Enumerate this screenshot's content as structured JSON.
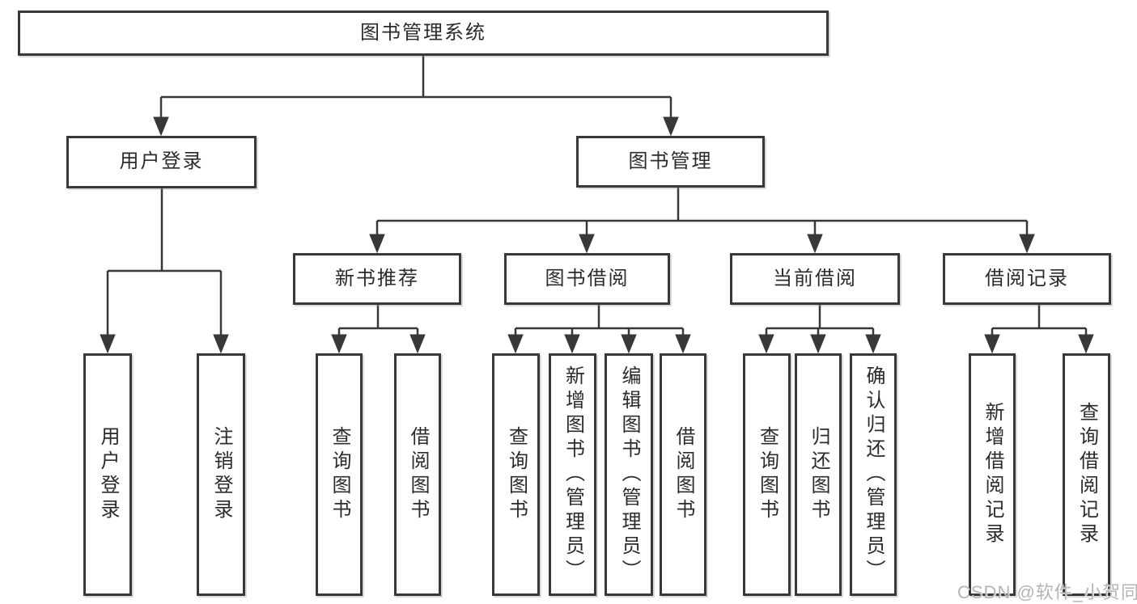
{
  "nodes": {
    "root": "图书管理系统",
    "user_login": "用户登录",
    "book_mgmt": "图书管理",
    "new_book_rec": "新书推荐",
    "book_borrow": "图书借阅",
    "current_borrow": "当前借阅",
    "borrow_record": "借阅记录",
    "leaf_user_login": "用户登录",
    "leaf_logout": "注销登录",
    "leaf_query_book_rec": "查询图书",
    "leaf_borrow_book_rec": "借阅图书",
    "leaf_query_book_borrow": "查询图书",
    "leaf_add_book": "新增图书（管理员）",
    "leaf_edit_book": "编辑图书（管理员）",
    "leaf_borrow_book_borrow": "借阅图书",
    "leaf_query_book_current": "查询图书",
    "leaf_return_book": "归还图书",
    "leaf_confirm_return": "确认归还（管理员）",
    "leaf_add_borrow_record": "新增借阅记录",
    "leaf_query_borrow_record": "查询借阅记录"
  },
  "hierarchy": [
    {
      "parent": "图书管理系统",
      "children": [
        "用户登录",
        "图书管理"
      ]
    },
    {
      "parent": "用户登录",
      "children": [
        "用户登录",
        "注销登录"
      ]
    },
    {
      "parent": "图书管理",
      "children": [
        "新书推荐",
        "图书借阅",
        "当前借阅",
        "借阅记录"
      ]
    },
    {
      "parent": "新书推荐",
      "children": [
        "查询图书",
        "借阅图书"
      ]
    },
    {
      "parent": "图书借阅",
      "children": [
        "查询图书",
        "新增图书（管理员）",
        "编辑图书（管理员）",
        "借阅图书"
      ]
    },
    {
      "parent": "当前借阅",
      "children": [
        "查询图书",
        "归还图书",
        "确认归还（管理员）"
      ]
    },
    {
      "parent": "借阅记录",
      "children": [
        "新增借阅记录",
        "查询借阅记录"
      ]
    }
  ],
  "watermark": "CSDN @软件_小贺同学",
  "colors": {
    "line": "#383838",
    "text": "#2b2b2b",
    "box_fill": "#ffffff",
    "watermark": "#b5b5b5",
    "background": "#ffffff"
  }
}
